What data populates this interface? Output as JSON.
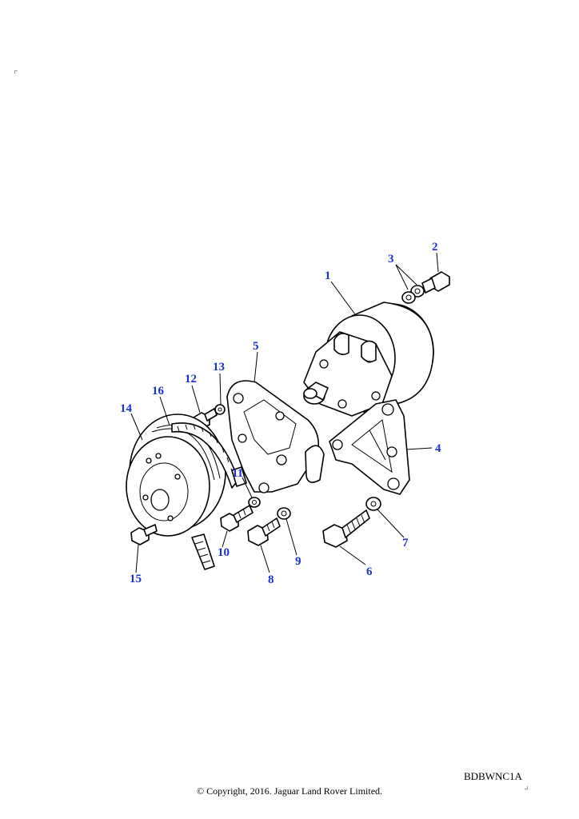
{
  "diagram": {
    "callouts": [
      {
        "id": "1",
        "label": "1"
      },
      {
        "id": "2",
        "label": "2"
      },
      {
        "id": "3",
        "label": "3"
      },
      {
        "id": "4",
        "label": "4"
      },
      {
        "id": "5",
        "label": "5"
      },
      {
        "id": "6",
        "label": "6"
      },
      {
        "id": "7",
        "label": "7"
      },
      {
        "id": "8",
        "label": "8"
      },
      {
        "id": "9",
        "label": "9"
      },
      {
        "id": "10",
        "label": "10"
      },
      {
        "id": "11",
        "label": "11"
      },
      {
        "id": "12",
        "label": "12"
      },
      {
        "id": "13",
        "label": "13"
      },
      {
        "id": "14",
        "label": "14"
      },
      {
        "id": "15",
        "label": "15"
      },
      {
        "id": "16",
        "label": "16"
      }
    ]
  },
  "footer": {
    "reference_code": "BDBWNC1A",
    "copyright": "© Copyright, 2016. Jaguar Land Rover Limited."
  },
  "colors": {
    "callout": "#1a2fd6",
    "line": "#000000",
    "background": "#ffffff"
  }
}
